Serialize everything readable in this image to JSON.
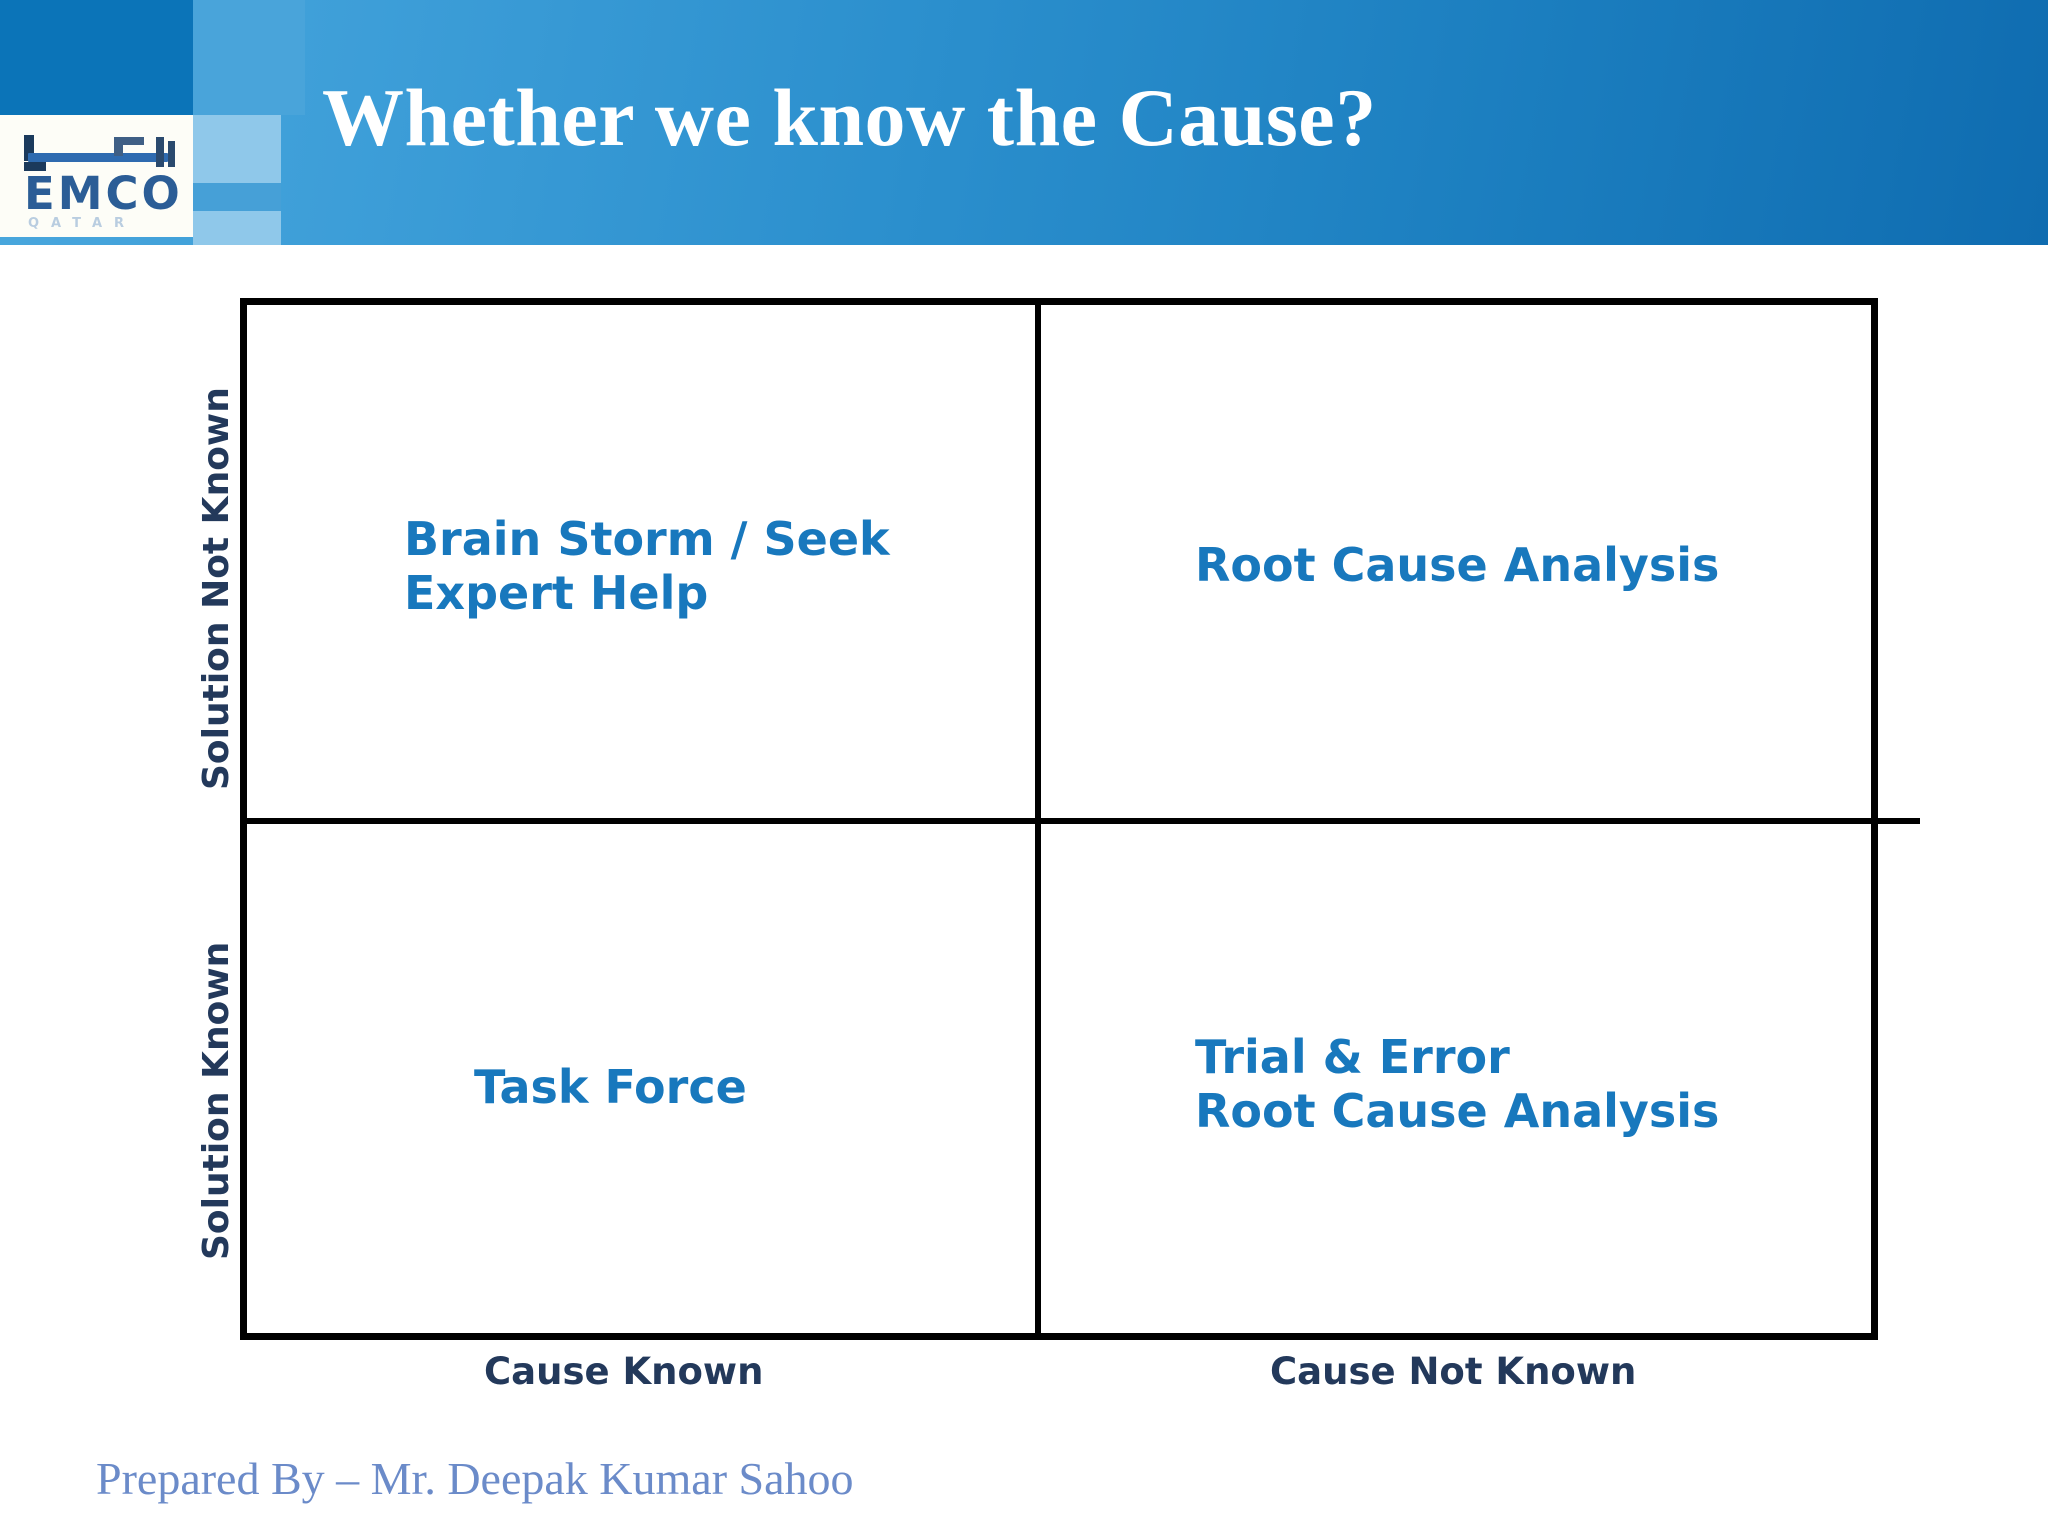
{
  "header": {
    "title": "Whether we know the Cause?",
    "logo": {
      "name": "EMCO",
      "subtitle": "QATAR",
      "alt": "emco-qatar-logo"
    },
    "colors": {
      "banner_start": "#4aa7dd",
      "banner_end": "#0f6cb0",
      "deco_light": "#8fc8ea",
      "title_color": "#ffffff"
    }
  },
  "matrix": {
    "y_axis": {
      "top_label": "Solution  Not Known",
      "bottom_label": "Solution  Known"
    },
    "x_axis": {
      "left_label": "Cause Known",
      "right_label": "Cause Not Known"
    },
    "cells": [
      {
        "position": "top-left",
        "lines": [
          "Brain Storm / Seek",
          "Expert Help"
        ],
        "text": "Brain Storm / Seek\nExpert Help"
      },
      {
        "position": "top-right",
        "lines": [
          "Root Cause Analysis"
        ],
        "text": "Root Cause Analysis"
      },
      {
        "position": "bottom-left",
        "lines": [
          "Task Force"
        ],
        "text": "Task Force"
      },
      {
        "position": "bottom-right",
        "lines": [
          "Trial & Error",
          "Root Cause Analysis"
        ],
        "text": "Trial & Error\nRoot Cause Analysis"
      }
    ],
    "colors": {
      "cell_text": "#1878bd",
      "axis_text": "#23395b",
      "border": "#000000"
    }
  },
  "footer": {
    "credit": "Prepared By – Mr. Deepak Kumar Sahoo",
    "color": "#6b8bc9"
  }
}
